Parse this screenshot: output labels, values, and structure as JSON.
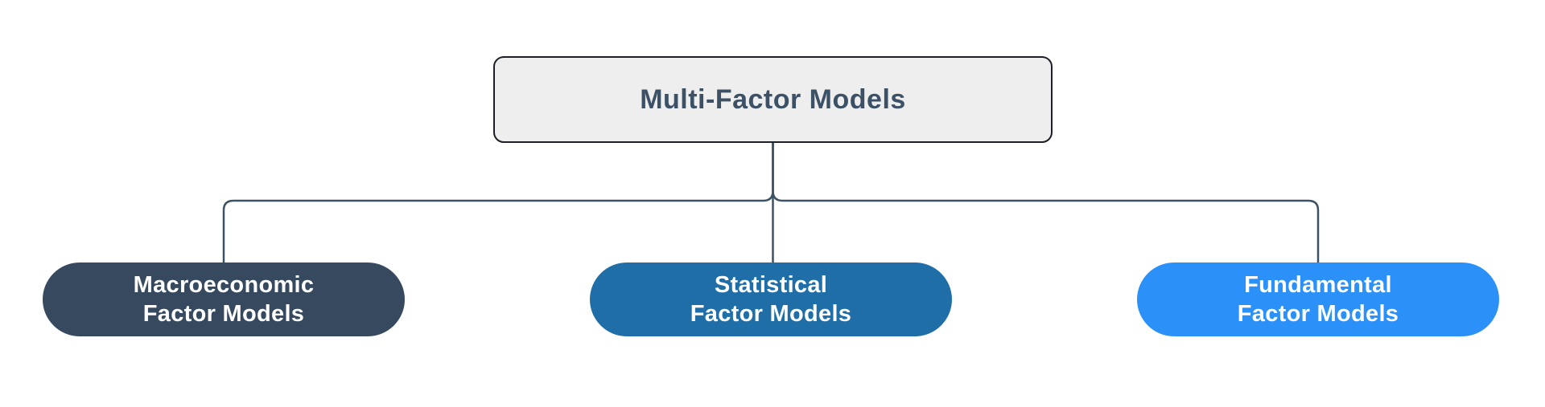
{
  "diagram": {
    "type": "hierarchy",
    "root": {
      "label": "Multi-Factor Models",
      "fill": "#eeeeee",
      "border_color": "#1d2127",
      "text_color": "#3d5166"
    },
    "children": [
      {
        "id": "macroeconomic-factor-models",
        "label_line1": "Macroeconomic",
        "label_line2": "Factor Models",
        "fill": "#36495e",
        "text_color": "#ffffff"
      },
      {
        "id": "statistical-factor-models",
        "label_line1": "Statistical",
        "label_line2": "Factor Models",
        "fill": "#1f6ea7",
        "text_color": "#ffffff"
      },
      {
        "id": "fundamental-factor-models",
        "label_line1": "Fundamental",
        "label_line2": "Factor Models",
        "fill": "#2b90f7",
        "text_color": "#ffffff"
      }
    ],
    "connector_color": "#3e5266",
    "background_color": "#ffffff"
  }
}
